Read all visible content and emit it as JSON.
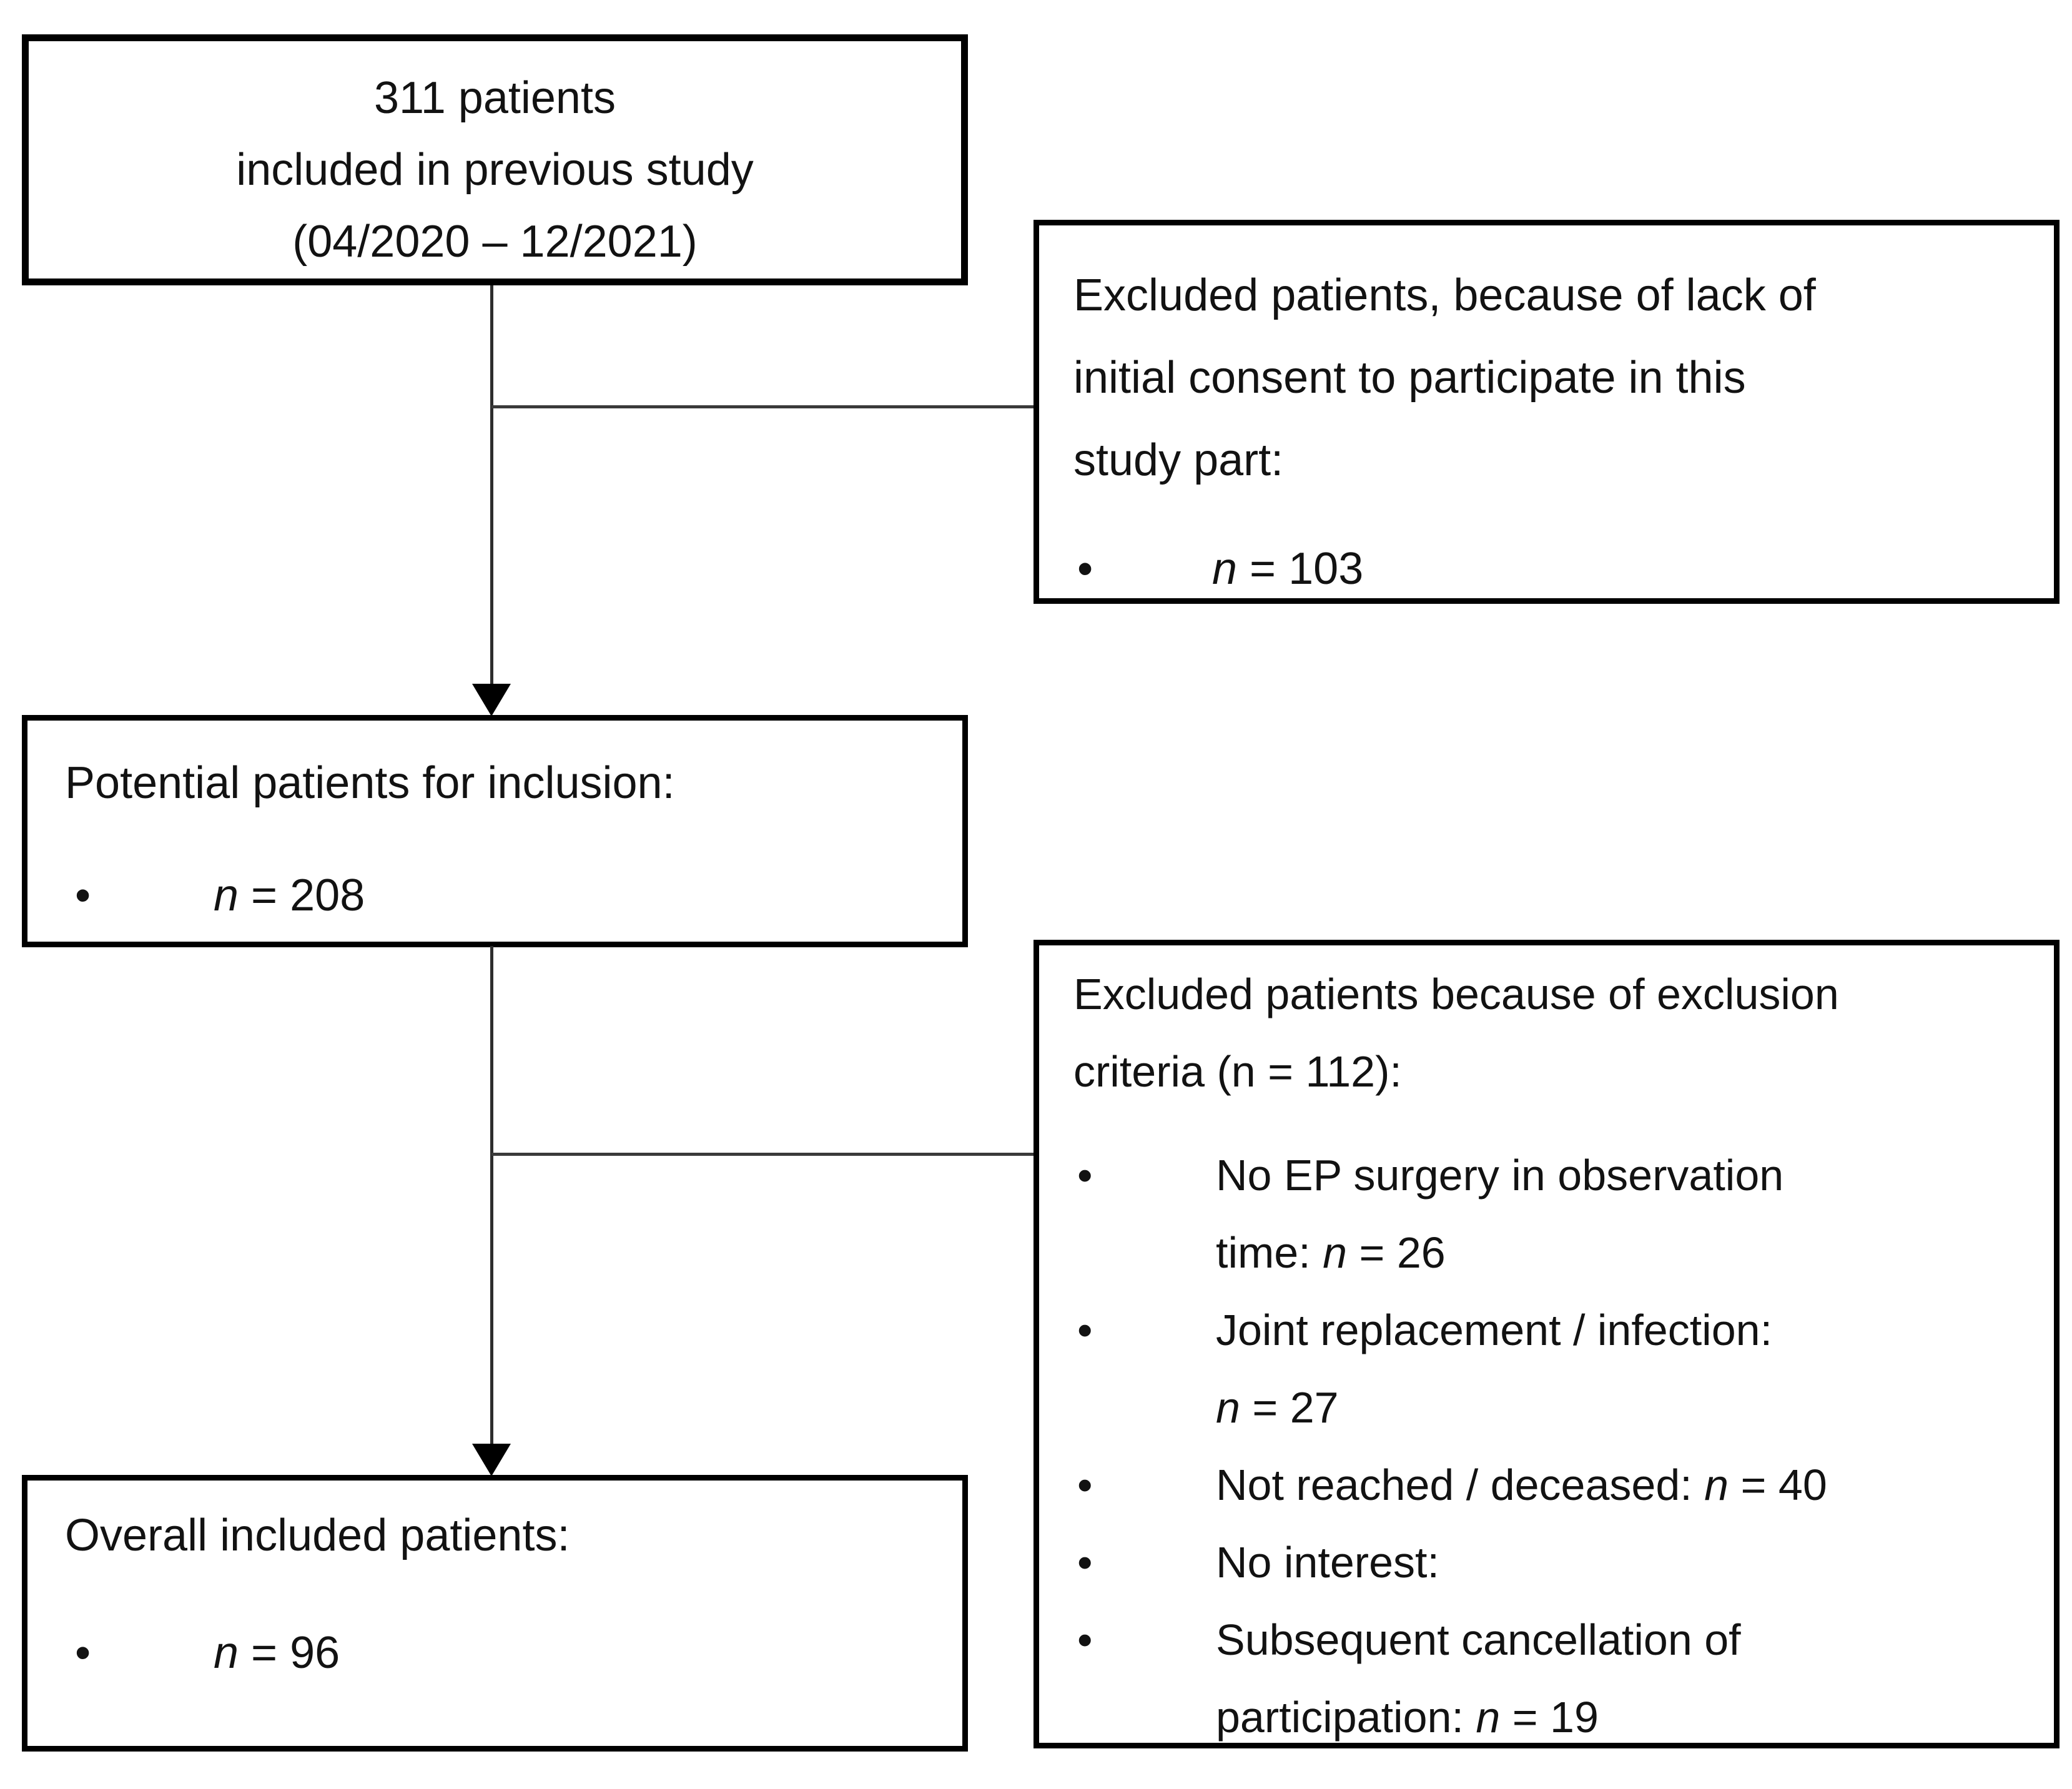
{
  "figure": {
    "type": "patient-inclusion-flow-diagram",
    "bullet_char": "•",
    "colors": {
      "background": "#ffffff",
      "box_border": "#000000",
      "connector": "#2e2e2e",
      "text": "#121212"
    }
  },
  "top_box": {
    "lines": [
      "311 patients",
      "included in previous study",
      "(04/2020 – 12/2021)"
    ]
  },
  "excluded_box_1": {
    "heading_lines": [
      "Excluded patients, because of lack of",
      "initial consent to participate in this",
      "study part:"
    ],
    "bullet": [
      {
        "t": "n",
        "i": true
      },
      {
        "t": " = 103"
      }
    ]
  },
  "potential_box": {
    "heading": "Potential patients for inclusion:",
    "bullet": [
      {
        "t": "n",
        "i": true
      },
      {
        "t": " = 208"
      }
    ]
  },
  "excluded_box_2": {
    "heading_lines": [
      "Excluded patients because of exclusion",
      "criteria (n = 112):"
    ],
    "items": [
      {
        "lines": [
          [
            {
              "t": "No EP surgery in observation"
            }
          ],
          [
            {
              "t": "time: "
            },
            {
              "t": "n",
              "i": true
            },
            {
              "t": " = 26"
            }
          ]
        ]
      },
      {
        "lines": [
          [
            {
              "t": "Joint replacement / infection:"
            }
          ],
          [
            {
              "t": "n",
              "i": true
            },
            {
              "t": " = 27"
            }
          ]
        ]
      },
      {
        "lines": [
          [
            {
              "t": "Not reached / deceased: "
            },
            {
              "t": "n",
              "i": true
            },
            {
              "t": " = 40"
            }
          ]
        ]
      },
      {
        "lines": [
          [
            {
              "t": "No interest:"
            }
          ]
        ]
      },
      {
        "lines": [
          [
            {
              "t": "Subsequent cancellation of"
            }
          ],
          [
            {
              "t": "participation: "
            },
            {
              "t": "n",
              "i": true
            },
            {
              "t": " = 19"
            }
          ]
        ]
      }
    ]
  },
  "overall_box": {
    "heading": "Overall included patients:",
    "bullet": [
      {
        "t": "n",
        "i": true
      },
      {
        "t": " = 96"
      }
    ]
  }
}
